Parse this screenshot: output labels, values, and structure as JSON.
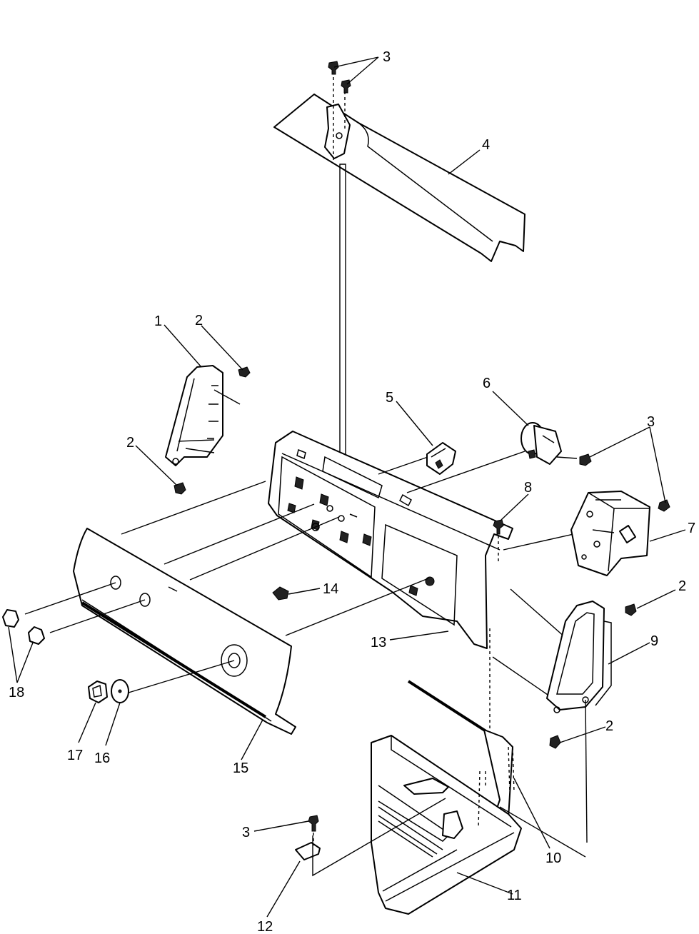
{
  "callouts": [
    {
      "id": "c1",
      "text": "1"
    },
    {
      "id": "c2a",
      "text": "2"
    },
    {
      "id": "c2b",
      "text": "2"
    },
    {
      "id": "c2c",
      "text": "2"
    },
    {
      "id": "c2d",
      "text": "2"
    },
    {
      "id": "c3a",
      "text": "3"
    },
    {
      "id": "c3b",
      "text": "3"
    },
    {
      "id": "c3c",
      "text": "3"
    },
    {
      "id": "c4",
      "text": "4"
    },
    {
      "id": "c5",
      "text": "5"
    },
    {
      "id": "c6",
      "text": "6"
    },
    {
      "id": "c7",
      "text": "7"
    },
    {
      "id": "c8",
      "text": "8"
    },
    {
      "id": "c9",
      "text": "9"
    },
    {
      "id": "c10",
      "text": "10"
    },
    {
      "id": "c11",
      "text": "11"
    },
    {
      "id": "c12",
      "text": "12"
    },
    {
      "id": "c13",
      "text": "13"
    },
    {
      "id": "c14",
      "text": "14"
    },
    {
      "id": "c15",
      "text": "15"
    },
    {
      "id": "c16",
      "text": "16"
    },
    {
      "id": "c17",
      "text": "17"
    },
    {
      "id": "c18",
      "text": "18"
    }
  ]
}
